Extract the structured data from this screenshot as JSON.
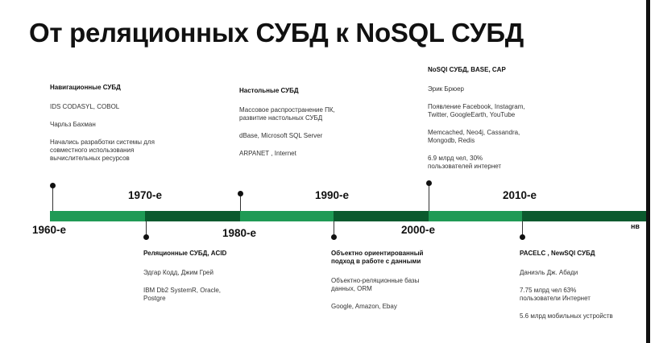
{
  "title": "От реляционных СУБД к NoSQL СУБД",
  "eras": {
    "e1960": "1960-е",
    "e1970": "1970-е",
    "e1980": "1980-е",
    "e1990": "1990-е",
    "e2000": "2000-е",
    "e2010": "2010-е",
    "now": "нв"
  },
  "blocks": {
    "nav": {
      "heading": "Навигационные СУБД",
      "lines": [
        "IDS CODASYL, COBOL",
        "Чарльз Бахман",
        "Начались разработки системы для совместного использования вычислительных ресурсов"
      ]
    },
    "rel": {
      "heading": "Реляционные СУБД, ACID",
      "lines": [
        "Эдгар Кодд, Джим Грей",
        "IBM Db2 SystemR, Oracle, Postgre"
      ]
    },
    "desk": {
      "heading": "Настольные СУБД",
      "lines": [
        "Массовое распространение ПК, развитие настольных СУБД",
        "dBase, Microsoft SQL Server",
        "ARPANET , Internet"
      ]
    },
    "oo": {
      "heading": "Объектно ориентированный подход в работе с данными",
      "lines": [
        "Объектно-реляционные базы данных, ORM",
        "Google, Amazon, Ebay"
      ]
    },
    "nosql": {
      "heading": "NoSQl СУБД, BASE, CAP",
      "lines": [
        "Эрик Брюер",
        "Появление Facebook, Instagram, Twitter, GoogleEarth, YouTube",
        "Memcached, Neo4j, Cassandra, Mongodb, Redis",
        "6.9 млрд чел, 30% пользователей интернет"
      ]
    },
    "pacelc": {
      "heading": "PACELC , NewSQl СУБД",
      "lines": [
        "Даниэль  Дж. Абади",
        "7.75 млрд чел 63% пользователи Интернет",
        "5.6 млрд мобильных устройств"
      ]
    }
  }
}
